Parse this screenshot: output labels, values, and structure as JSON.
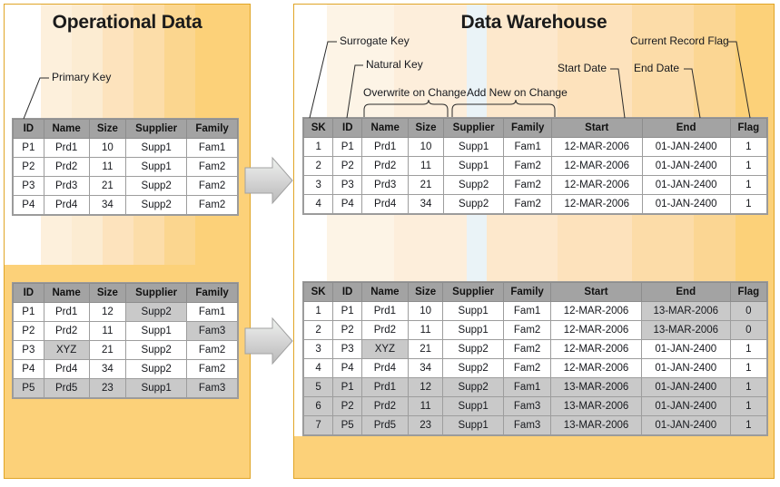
{
  "panels": {
    "operational": {
      "title": "Operational Data"
    },
    "warehouse": {
      "title": "Data Warehouse"
    }
  },
  "callouts": {
    "primary_key": "Primary Key",
    "surrogate_key": "Surrogate Key",
    "natural_key": "Natural Key",
    "overwrite_on_change": "Overwrite on Change",
    "add_new_on_change": "Add New on Change",
    "start_date": "Start Date",
    "end_date": "End Date",
    "current_record_flag": "Current Record Flag"
  },
  "colors": {
    "panel_border": "#E0A526",
    "panel_fill": "#FCD179",
    "header_gray": "#A3A3A3",
    "highlight_gray": "#C9C9C9",
    "arrow_gray": "#C4C4C4",
    "text": "#16181D"
  },
  "tables": {
    "op_before": {
      "columns": [
        "ID",
        "Name",
        "Size",
        "Supplier",
        "Family"
      ],
      "rows": [
        {
          "cells": [
            "P1",
            "Prd1",
            "10",
            "Supp1",
            "Fam1"
          ],
          "hl": [
            false,
            false,
            false,
            false,
            false
          ]
        },
        {
          "cells": [
            "P2",
            "Prd2",
            "11",
            "Supp1",
            "Fam2"
          ],
          "hl": [
            false,
            false,
            false,
            false,
            false
          ]
        },
        {
          "cells": [
            "P3",
            "Prd3",
            "21",
            "Supp2",
            "Fam2"
          ],
          "hl": [
            false,
            false,
            false,
            false,
            false
          ]
        },
        {
          "cells": [
            "P4",
            "Prd4",
            "34",
            "Supp2",
            "Fam2"
          ],
          "hl": [
            false,
            false,
            false,
            false,
            false
          ]
        }
      ]
    },
    "op_after": {
      "columns": [
        "ID",
        "Name",
        "Size",
        "Supplier",
        "Family"
      ],
      "rows": [
        {
          "cells": [
            "P1",
            "Prd1",
            "12",
            "Supp2",
            "Fam1"
          ],
          "hl": [
            false,
            false,
            false,
            true,
            false
          ]
        },
        {
          "cells": [
            "P2",
            "Prd2",
            "11",
            "Supp1",
            "Fam3"
          ],
          "hl": [
            false,
            false,
            false,
            false,
            true
          ]
        },
        {
          "cells": [
            "P3",
            "XYZ",
            "21",
            "Supp2",
            "Fam2"
          ],
          "hl": [
            false,
            true,
            false,
            false,
            false
          ]
        },
        {
          "cells": [
            "P4",
            "Prd4",
            "34",
            "Supp2",
            "Fam2"
          ],
          "hl": [
            false,
            false,
            false,
            false,
            false
          ]
        },
        {
          "cells": [
            "P5",
            "Prd5",
            "23",
            "Supp1",
            "Fam3"
          ],
          "hl": [
            true,
            true,
            true,
            true,
            true
          ]
        }
      ]
    },
    "dw_before": {
      "columns": [
        "SK",
        "ID",
        "Name",
        "Size",
        "Supplier",
        "Family",
        "Start",
        "End",
        "Flag"
      ],
      "rows": [
        {
          "cells": [
            "1",
            "P1",
            "Prd1",
            "10",
            "Supp1",
            "Fam1",
            "12-MAR-2006",
            "01-JAN-2400",
            "1"
          ],
          "hl": [
            false,
            false,
            false,
            false,
            false,
            false,
            false,
            false,
            false
          ]
        },
        {
          "cells": [
            "2",
            "P2",
            "Prd2",
            "11",
            "Supp1",
            "Fam2",
            "12-MAR-2006",
            "01-JAN-2400",
            "1"
          ],
          "hl": [
            false,
            false,
            false,
            false,
            false,
            false,
            false,
            false,
            false
          ]
        },
        {
          "cells": [
            "3",
            "P3",
            "Prd3",
            "21",
            "Supp2",
            "Fam2",
            "12-MAR-2006",
            "01-JAN-2400",
            "1"
          ],
          "hl": [
            false,
            false,
            false,
            false,
            false,
            false,
            false,
            false,
            false
          ]
        },
        {
          "cells": [
            "4",
            "P4",
            "Prd4",
            "34",
            "Supp2",
            "Fam2",
            "12-MAR-2006",
            "01-JAN-2400",
            "1"
          ],
          "hl": [
            false,
            false,
            false,
            false,
            false,
            false,
            false,
            false,
            false
          ]
        }
      ]
    },
    "dw_after": {
      "columns": [
        "SK",
        "ID",
        "Name",
        "Size",
        "Supplier",
        "Family",
        "Start",
        "End",
        "Flag"
      ],
      "rows": [
        {
          "cells": [
            "1",
            "P1",
            "Prd1",
            "10",
            "Supp1",
            "Fam1",
            "12-MAR-2006",
            "13-MAR-2006",
            "0"
          ],
          "hl": [
            false,
            false,
            false,
            false,
            false,
            false,
            false,
            true,
            true
          ]
        },
        {
          "cells": [
            "2",
            "P2",
            "Prd2",
            "11",
            "Supp1",
            "Fam2",
            "12-MAR-2006",
            "13-MAR-2006",
            "0"
          ],
          "hl": [
            false,
            false,
            false,
            false,
            false,
            false,
            false,
            true,
            true
          ]
        },
        {
          "cells": [
            "3",
            "P3",
            "XYZ",
            "21",
            "Supp2",
            "Fam2",
            "12-MAR-2006",
            "01-JAN-2400",
            "1"
          ],
          "hl": [
            false,
            false,
            true,
            false,
            false,
            false,
            false,
            false,
            false
          ]
        },
        {
          "cells": [
            "4",
            "P4",
            "Prd4",
            "34",
            "Supp2",
            "Fam2",
            "12-MAR-2006",
            "01-JAN-2400",
            "1"
          ],
          "hl": [
            false,
            false,
            false,
            false,
            false,
            false,
            false,
            false,
            false
          ]
        },
        {
          "cells": [
            "5",
            "P1",
            "Prd1",
            "12",
            "Supp2",
            "Fam1",
            "13-MAR-2006",
            "01-JAN-2400",
            "1"
          ],
          "hl": [
            true,
            true,
            true,
            true,
            true,
            true,
            true,
            true,
            true
          ]
        },
        {
          "cells": [
            "6",
            "P2",
            "Prd2",
            "11",
            "Supp1",
            "Fam3",
            "13-MAR-2006",
            "01-JAN-2400",
            "1"
          ],
          "hl": [
            true,
            true,
            true,
            true,
            true,
            true,
            true,
            true,
            true
          ]
        },
        {
          "cells": [
            "7",
            "P5",
            "Prd5",
            "23",
            "Supp1",
            "Fam3",
            "13-MAR-2006",
            "01-JAN-2400",
            "1"
          ],
          "hl": [
            true,
            true,
            true,
            true,
            true,
            true,
            true,
            true,
            true
          ]
        }
      ]
    }
  },
  "arrows": {
    "top": {
      "name": "flow-arrow-top"
    },
    "bottom": {
      "name": "flow-arrow-bottom"
    }
  }
}
